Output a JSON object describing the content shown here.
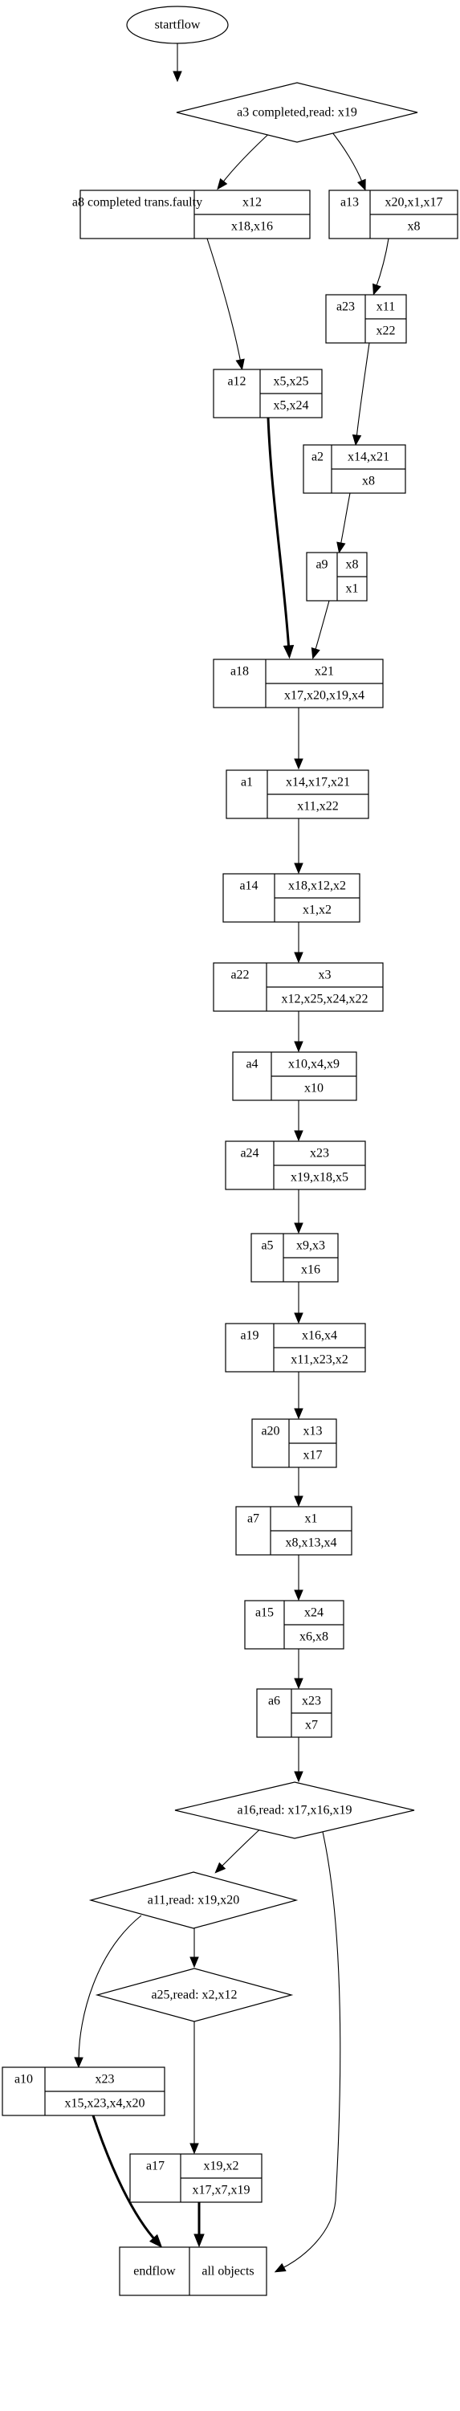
{
  "diagram": {
    "nodes": [
      {
        "id": "startflow",
        "kind": "ellipse",
        "label": "startflow"
      },
      {
        "id": "a3",
        "kind": "diamond",
        "label": "a3 completed,read: x19"
      },
      {
        "id": "a8",
        "kind": "record",
        "name": "a8 completed trans.faulty",
        "top": "x12",
        "bottom": "x18,x16"
      },
      {
        "id": "a13",
        "kind": "record",
        "name": "a13",
        "top": "x20,x1,x17",
        "bottom": "x8"
      },
      {
        "id": "a23",
        "kind": "record",
        "name": "a23",
        "top": "x11",
        "bottom": "x22"
      },
      {
        "id": "a12",
        "kind": "record",
        "name": "a12",
        "top": "x5,x25",
        "bottom": "x5,x24"
      },
      {
        "id": "a2",
        "kind": "record",
        "name": "a2",
        "top": "x14,x21",
        "bottom": "x8"
      },
      {
        "id": "a9",
        "kind": "record",
        "name": "a9",
        "top": "x8",
        "bottom": "x1"
      },
      {
        "id": "a18",
        "kind": "record",
        "name": "a18",
        "top": "x21",
        "bottom": "x17,x20,x19,x4"
      },
      {
        "id": "a1",
        "kind": "record",
        "name": "a1",
        "top": "x14,x17,x21",
        "bottom": "x11,x22"
      },
      {
        "id": "a14",
        "kind": "record",
        "name": "a14",
        "top": "x18,x12,x2",
        "bottom": "x1,x2"
      },
      {
        "id": "a22",
        "kind": "record",
        "name": "a22",
        "top": "x3",
        "bottom": "x12,x25,x24,x22"
      },
      {
        "id": "a4",
        "kind": "record",
        "name": "a4",
        "top": "x10,x4,x9",
        "bottom": "x10"
      },
      {
        "id": "a24",
        "kind": "record",
        "name": "a24",
        "top": "x23",
        "bottom": "x19,x18,x5"
      },
      {
        "id": "a5",
        "kind": "record",
        "name": "a5",
        "top": "x9,x3",
        "bottom": "x16"
      },
      {
        "id": "a19",
        "kind": "record",
        "name": "a19",
        "top": "x16,x4",
        "bottom": "x11,x23,x2"
      },
      {
        "id": "a20",
        "kind": "record",
        "name": "a20",
        "top": "x13",
        "bottom": "x17"
      },
      {
        "id": "a7",
        "kind": "record",
        "name": "a7",
        "top": "x1",
        "bottom": "x8,x13,x4"
      },
      {
        "id": "a15",
        "kind": "record",
        "name": "a15",
        "top": "x24",
        "bottom": "x6,x8"
      },
      {
        "id": "a6",
        "kind": "record",
        "name": "a6",
        "top": "x23",
        "bottom": "x7"
      },
      {
        "id": "a16",
        "kind": "diamond",
        "label": "a16,read: x17,x16,x19"
      },
      {
        "id": "a11",
        "kind": "diamond",
        "label": "a11,read: x19,x20"
      },
      {
        "id": "a25",
        "kind": "diamond",
        "label": "a25,read: x2,x12"
      },
      {
        "id": "a10",
        "kind": "record",
        "name": "a10",
        "top": "x23",
        "bottom": "x15,x23,x4,x20"
      },
      {
        "id": "a17",
        "kind": "record",
        "name": "a17",
        "top": "x19,x2",
        "bottom": "x17,x7,x19"
      },
      {
        "id": "endflow",
        "kind": "split",
        "left": "endflow",
        "right": "all objects"
      }
    ],
    "edges": [
      {
        "from": "startflow",
        "to": "a3",
        "style": "normal"
      },
      {
        "from": "a3",
        "to": "a8",
        "style": "normal"
      },
      {
        "from": "a3",
        "to": "a13",
        "style": "normal"
      },
      {
        "from": "a13",
        "to": "a23",
        "style": "normal"
      },
      {
        "from": "a8",
        "to": "a12",
        "style": "normal"
      },
      {
        "from": "a23",
        "to": "a2",
        "style": "normal"
      },
      {
        "from": "a2",
        "to": "a9",
        "style": "normal"
      },
      {
        "from": "a12",
        "to": "a18",
        "style": "bold"
      },
      {
        "from": "a9",
        "to": "a18",
        "style": "normal"
      },
      {
        "from": "a18",
        "to": "a1",
        "style": "normal"
      },
      {
        "from": "a1",
        "to": "a14",
        "style": "normal"
      },
      {
        "from": "a14",
        "to": "a22",
        "style": "normal"
      },
      {
        "from": "a22",
        "to": "a4",
        "style": "normal"
      },
      {
        "from": "a4",
        "to": "a24",
        "style": "normal"
      },
      {
        "from": "a24",
        "to": "a5",
        "style": "normal"
      },
      {
        "from": "a5",
        "to": "a19",
        "style": "normal"
      },
      {
        "from": "a19",
        "to": "a20",
        "style": "normal"
      },
      {
        "from": "a20",
        "to": "a7",
        "style": "normal"
      },
      {
        "from": "a7",
        "to": "a15",
        "style": "normal"
      },
      {
        "from": "a15",
        "to": "a6",
        "style": "normal"
      },
      {
        "from": "a6",
        "to": "a16",
        "style": "normal"
      },
      {
        "from": "a16",
        "to": "a11",
        "style": "normal"
      },
      {
        "from": "a16",
        "to": "endflow",
        "style": "normal"
      },
      {
        "from": "a11",
        "to": "a10",
        "style": "normal"
      },
      {
        "from": "a11",
        "to": "a25",
        "style": "normal"
      },
      {
        "from": "a25",
        "to": "a17",
        "style": "normal"
      },
      {
        "from": "a10",
        "to": "endflow",
        "style": "bold"
      },
      {
        "from": "a17",
        "to": "endflow",
        "style": "bold"
      }
    ]
  }
}
